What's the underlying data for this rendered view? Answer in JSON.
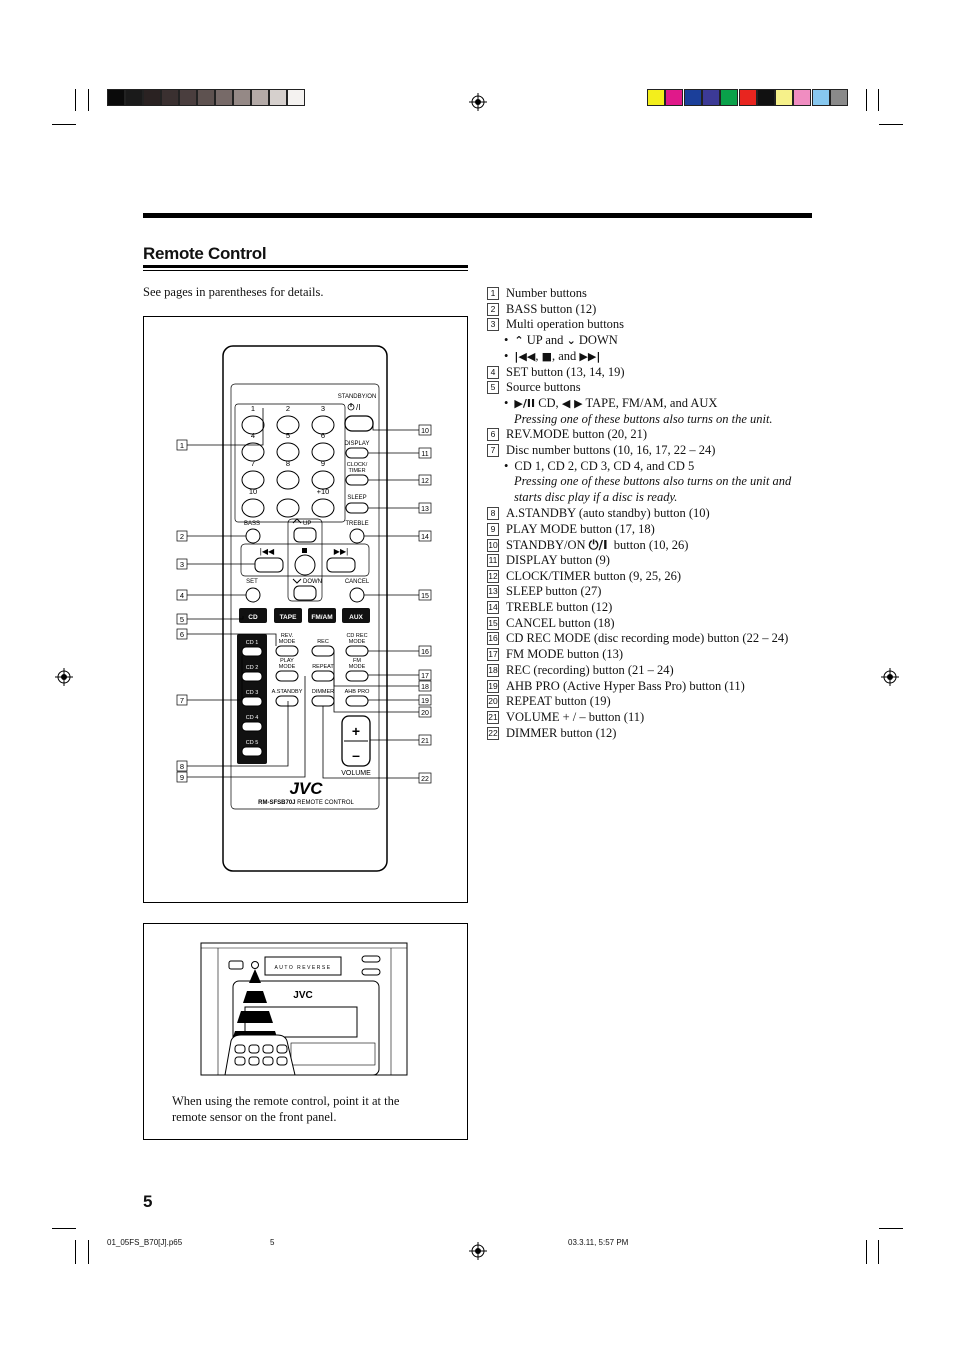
{
  "section_title": "Remote Control",
  "see_pages": "See pages in parentheses for details.",
  "page_number": "5",
  "footer": {
    "file": "01_05FS_B70[J].p65",
    "page": "5",
    "date": "03.3.11, 5:57 PM"
  },
  "colors": {
    "greys": [
      "#0a0a0a",
      "#1a1a1a",
      "#2a2222",
      "#3a3030",
      "#4a3e3e",
      "#5e5250",
      "#776a68",
      "#958986",
      "#b4aaa7",
      "#d6d0cd",
      "#f4f2f0"
    ],
    "process": [
      "#f3ee1c",
      "#e0198a",
      "#1b3f9a",
      "#3c3a96",
      "#0aa14a",
      "#e8251f",
      "#111111",
      "#f6f18a",
      "#f08dc1",
      "#87c8ef",
      "#8a8a8a"
    ]
  },
  "items": [
    {
      "n": "1",
      "text": "Number buttons"
    },
    {
      "n": "2",
      "text": "BASS button (12)"
    },
    {
      "n": "3",
      "text": "Multi operation buttons"
    },
    {
      "bullet": "•",
      "text": "UP and",
      "text2": "DOWN",
      "icons": [
        "up-arrow-icon",
        "down-arrow-icon"
      ]
    },
    {
      "bullet": "•",
      "text": ", ",
      "text2": ", and",
      "icons": [
        "previous-track-icon",
        "stop-icon",
        "next-track-icon"
      ]
    },
    {
      "n": "4",
      "text": "SET button (13, 14, 19)"
    },
    {
      "n": "5",
      "text": "Source buttons"
    },
    {
      "bullet": "•",
      "text": " CD, ",
      "text2": " TAPE, FM/AM, and AUX",
      "icons": [
        "play-pause-icon",
        "tape-direction-icon"
      ]
    },
    {
      "italic": "Pressing one of these buttons also turns on the unit."
    },
    {
      "n": "6",
      "text": "REV.MODE button (20, 21)"
    },
    {
      "n": "7",
      "text": "Disc number buttons (10, 16, 17, 22 – 24)"
    },
    {
      "bullet": "•",
      "text": "CD 1, CD 2, CD 3, CD 4, and CD 5"
    },
    {
      "italic": "Pressing one of these buttons also turns on the unit and"
    },
    {
      "italic": "starts disc play if a disc is ready."
    },
    {
      "n": "8",
      "text": "A.STANDBY (auto standby) button (10)"
    },
    {
      "n": "9",
      "text": "PLAY MODE button (17, 18)"
    },
    {
      "n": "10",
      "text": "STANDBY/ON",
      "text2": " button (10, 26)",
      "icons": [
        "power-icon"
      ]
    },
    {
      "n": "11",
      "text": "DISPLAY button (9)"
    },
    {
      "n": "12",
      "text": "CLOCK/TIMER button (9, 25, 26)"
    },
    {
      "n": "13",
      "text": "SLEEP button (27)"
    },
    {
      "n": "14",
      "text": "TREBLE button (12)"
    },
    {
      "n": "15",
      "text": "CANCEL button (18)"
    },
    {
      "n": "16",
      "text": "CD REC MODE (disc recording mode) button (22 – 24)"
    },
    {
      "n": "17",
      "text": "FM MODE button (13)"
    },
    {
      "n": "18",
      "text": "REC (recording) button (21 – 24)"
    },
    {
      "n": "19",
      "text": "AHB PRO (Active Hyper Bass Pro) button (11)"
    },
    {
      "n": "20",
      "text": "REPEAT button (19)"
    },
    {
      "n": "21",
      "text": "VOLUME + / – button (11)"
    },
    {
      "n": "22",
      "text": "DIMMER button (12)"
    }
  ],
  "remote": {
    "standby": "STANDBY/ON",
    "num_labels": [
      "1",
      "2",
      "3",
      "4",
      "5",
      "6",
      "7",
      "8",
      "9",
      "10",
      "+10"
    ],
    "display": "DISPLAY",
    "clock": "CLOCK/",
    "timer": "TIMER",
    "sleep": "SLEEP",
    "bass": "BASS",
    "up": "UP",
    "treble": "TREBLE",
    "set": "SET",
    "down": "DOWN",
    "cancel": "CANCEL",
    "sources": [
      "CD",
      "TAPE",
      "FM/AM",
      "AUX"
    ],
    "rev": "REV.",
    "mode": "MODE",
    "rec": "REC",
    "cdrec": "CD REC",
    "cds": [
      "CD 1",
      "CD 2",
      "CD 3",
      "CD 4",
      "CD 5"
    ],
    "play": "PLAY",
    "repeat": "REPEAT",
    "fm": "FM",
    "astandby": "A.STANDBY",
    "dimmer": "DIMMER",
    "ahbpro": "AHB PRO",
    "volume": "VOLUME",
    "brand": "JVC",
    "model": "RM-SFSB70J",
    "model_suffix": " REMOTE CONTROL",
    "callouts_left": [
      "1",
      "2",
      "3",
      "4",
      "5",
      "6",
      "7",
      "8",
      "9"
    ],
    "callouts_right": [
      "10",
      "11",
      "12",
      "13",
      "14",
      "15",
      "16",
      "17",
      "18",
      "19",
      "20",
      "21",
      "22"
    ]
  },
  "unit": {
    "brand": "JVC",
    "display_text": "AUTO REVERSE",
    "caption_line1": "When using the remote control, point it at the",
    "caption_line2": "remote sensor on the front panel."
  }
}
